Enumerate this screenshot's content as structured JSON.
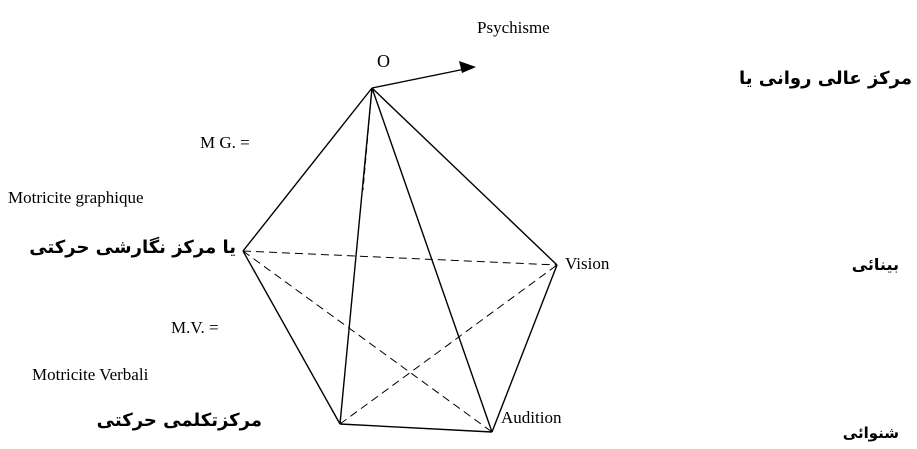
{
  "labels": {
    "psychisme": "Psychisme",
    "apex": "O",
    "mg": "M G. =",
    "motricite_graphique": "Motricite graphique",
    "vision": "Vision",
    "mv": "M.V. =",
    "motricite_verbali": "Motricite Verbali",
    "audition": "Audition"
  },
  "persian": {
    "psychisme": "مرکز عالی روانی یا",
    "graphic_motor": "یا مرکز نگارشی حرکتی",
    "vision": "بینائی",
    "verbal_motor": "مرکزتکلمی حرکتی",
    "audition": "شنوائی"
  },
  "colors": {
    "ink": "#000000",
    "background": "#ffffff"
  }
}
